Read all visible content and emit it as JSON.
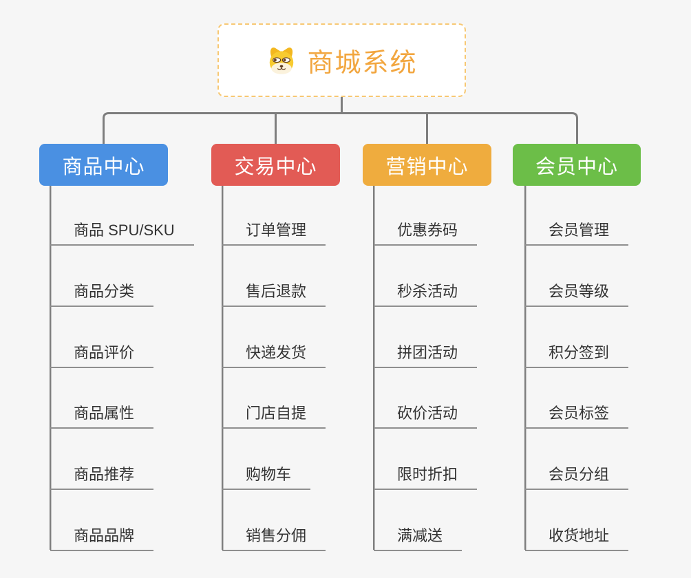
{
  "canvas": {
    "background": "#F6F6F6"
  },
  "root": {
    "title": "商城系统",
    "icon": "dog-face-icon",
    "text_color": "#F2A63F",
    "border_color": "#F7C873"
  },
  "branches": [
    {
      "label": "商品中心",
      "color": "#4A90E2",
      "items": [
        "商品 SPU/SKU",
        "商品分类",
        "商品评价",
        "商品属性",
        "商品推荐",
        "商品品牌"
      ]
    },
    {
      "label": "交易中心",
      "color": "#E25B55",
      "items": [
        "订单管理",
        "售后退款",
        "快递发货",
        "门店自提",
        "购物车",
        "销售分佣"
      ]
    },
    {
      "label": "营销中心",
      "color": "#EFAC3E",
      "items": [
        "优惠券码",
        "秒杀活动",
        "拼团活动",
        "砍价活动",
        "限时折扣",
        "满减送"
      ]
    },
    {
      "label": "会员中心",
      "color": "#6CBE48",
      "items": [
        "会员管理",
        "会员等级",
        "积分签到",
        "会员标签",
        "会员分组",
        "收货地址"
      ]
    }
  ],
  "connector_color": "#7E7E7E",
  "underline_color": "#8F8F8F"
}
